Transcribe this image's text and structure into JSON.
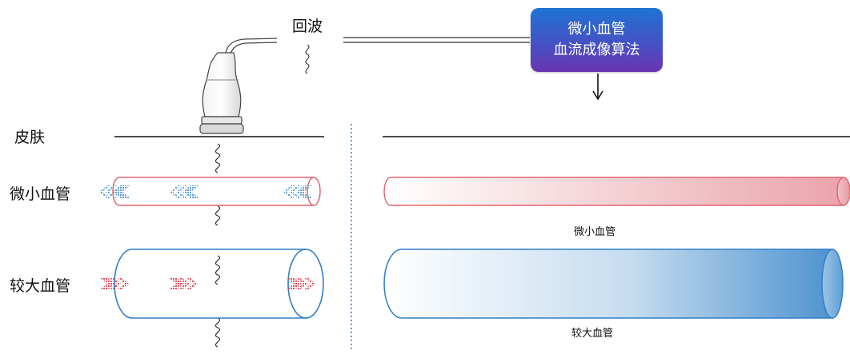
{
  "labels": {
    "echo": "回波",
    "skin": "皮肤",
    "micro_vessel": "微小血管",
    "large_vessel": "较大血管"
  },
  "algorithm_box": {
    "line1": "微小血管",
    "line2": "血流成像算法"
  },
  "result_labels": {
    "micro_vessel": "微小血管",
    "large_vessel": "较大血管"
  },
  "colors": {
    "micro_vessel_stroke": "#e0646e",
    "large_vessel_stroke": "#2f7fc7",
    "arrow_blue": "#6aa7e0",
    "arrow_red": "#e8505a",
    "divider": "#2f7fc7",
    "box_top": "#1f74d4",
    "box_bottom": "#6a34b0"
  },
  "flow_direction": {
    "micro_vessel": "left",
    "large_vessel": "right"
  }
}
